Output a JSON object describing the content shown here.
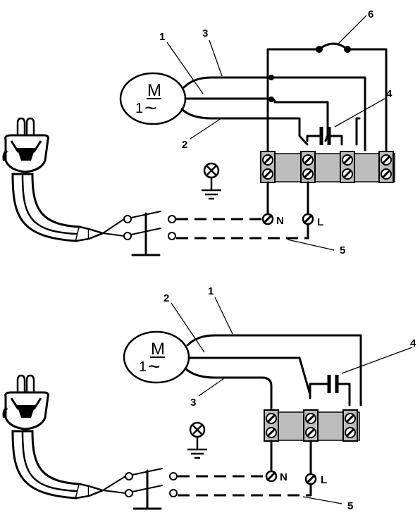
{
  "diagrams": [
    {
      "motor": {
        "symbol": "M",
        "phase": "1",
        "ac": "~"
      },
      "callouts": [
        "1",
        "2",
        "3",
        "4",
        "5",
        "6"
      ],
      "terminals": {
        "neutral": "N",
        "line": "L"
      }
    },
    {
      "motor": {
        "symbol": "M",
        "phase": "1",
        "ac": "~"
      },
      "callouts": [
        "1",
        "2",
        "3",
        "4",
        "5"
      ],
      "terminals": {
        "neutral": "N",
        "line": "L"
      }
    }
  ],
  "colors": {
    "ink": "#000000",
    "terminal_fill": "#bdbdbd",
    "background": "#ffffff"
  },
  "icons": [
    "plug-icon",
    "ground-icon",
    "capacitor-icon",
    "thermal-protector-icon",
    "switch-icon"
  ]
}
